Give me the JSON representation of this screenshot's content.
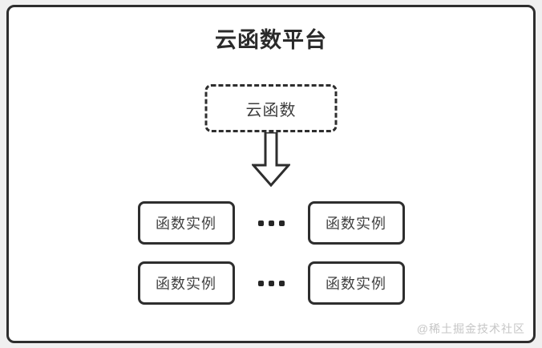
{
  "diagram": {
    "title": "云函数平台",
    "cloud_function": {
      "label": "云函数"
    },
    "instances": [
      "函数实例",
      "函数实例",
      "函数实例",
      "函数实例"
    ],
    "watermark": "@稀土掘金技术社区",
    "colors": {
      "border": "#2e2e2e",
      "title_text": "#2a2a2a",
      "box_text": "#424242",
      "background": "#ffffff",
      "page_background": "#f0f0f0",
      "watermark_text": "#c6c6c6"
    }
  }
}
